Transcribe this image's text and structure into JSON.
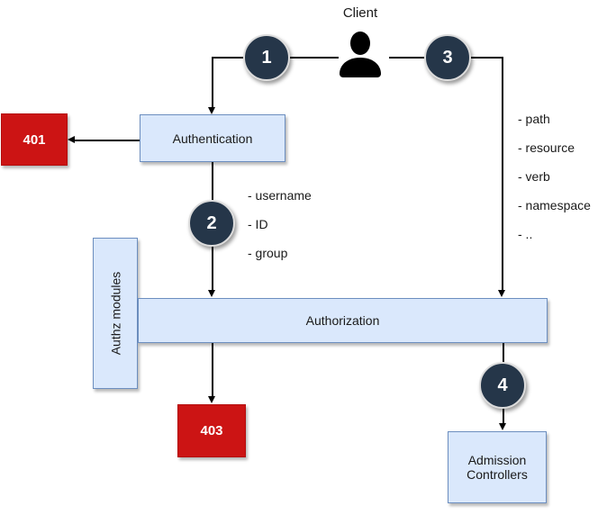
{
  "client": {
    "label": "Client"
  },
  "steps": [
    "1",
    "2",
    "3",
    "4"
  ],
  "nodes": {
    "authentication": "Authentication",
    "unauthorized": "401",
    "authz_modules": "Authz modules",
    "authorization": "Authorization",
    "forbidden": "403",
    "admission_controllers": "Admission Controllers"
  },
  "annotations": {
    "identity_attributes": [
      "- username",
      "- ID",
      "- group"
    ],
    "request_attributes": [
      "- path",
      "- resource",
      "- verb",
      "- namespace",
      "- .."
    ]
  },
  "colors": {
    "box_fill": "#dae8fc",
    "box_border": "#6c8ebf",
    "error_fill": "#cc1414",
    "error_border": "#b30d0d",
    "badge_fill": "#253649",
    "badge_ring": "#dddddd",
    "line_color": "#000000",
    "text_color": "#1a1a1a"
  }
}
